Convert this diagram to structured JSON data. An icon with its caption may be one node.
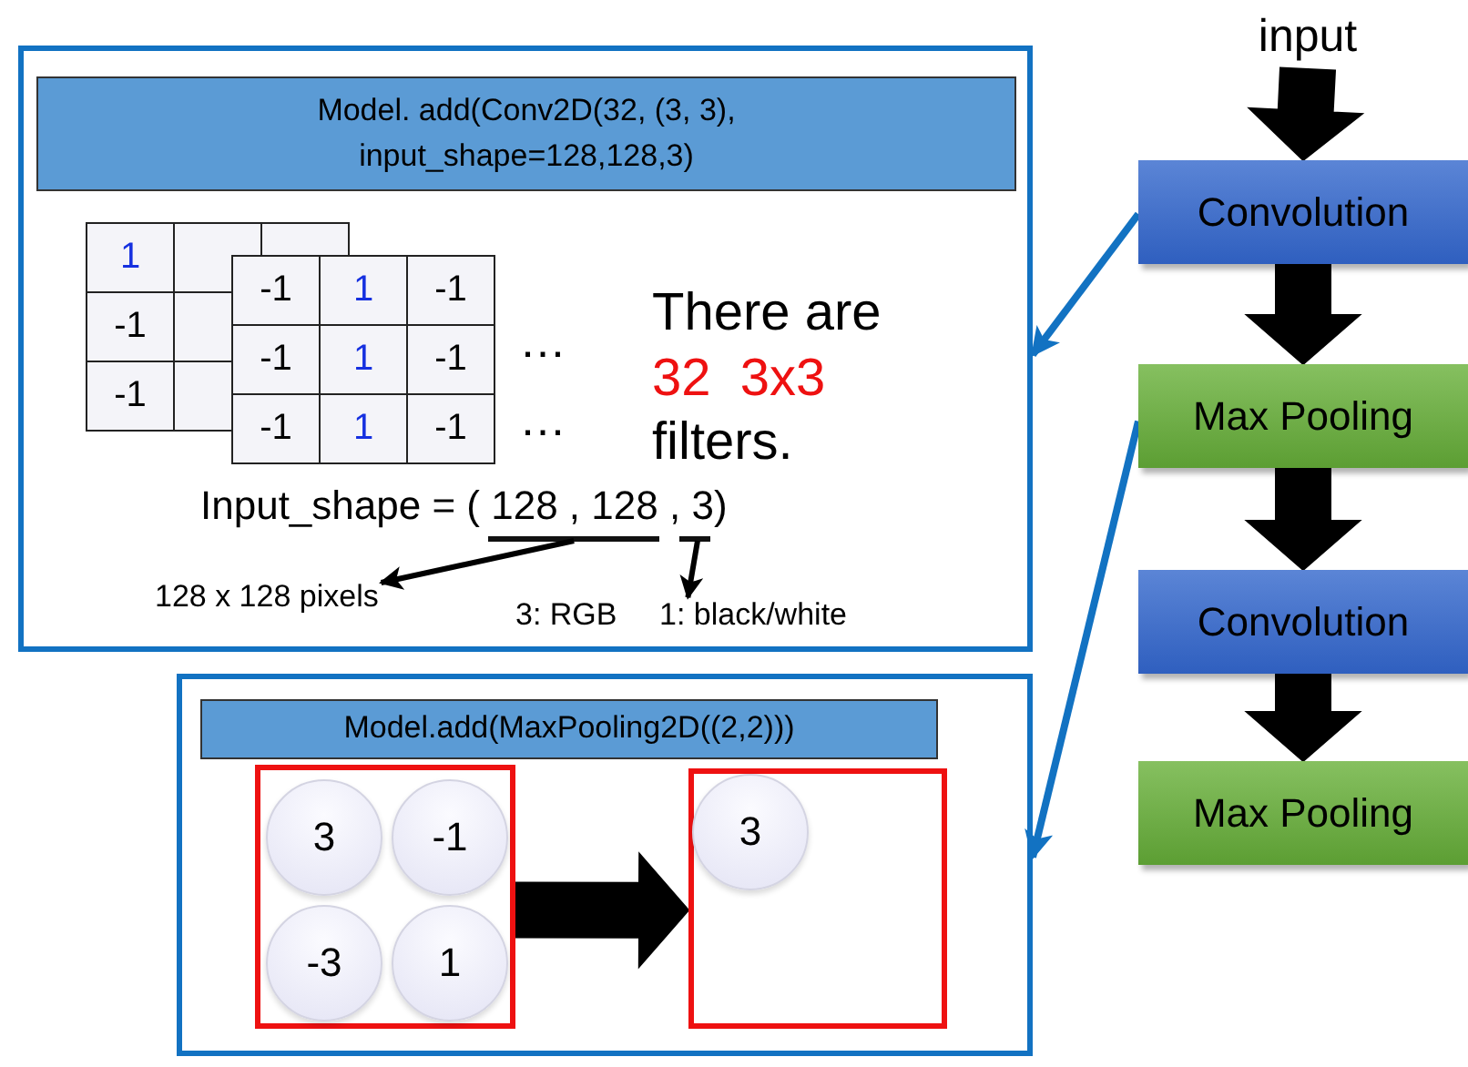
{
  "diagram": {
    "nodes": [
      {
        "text": [],
        "shape": "box"
      },
      {
        "text": [
          "Model. add(Conv2D(32, (3, 3), input_shape=128,128,3)"
        ],
        "in": 0
      },
      {
        "text": [
          "Input_shape = ( 128 , 128 , 3)"
        ],
        "in": 0
      },
      {
        "text": [
          "128 x 128 pixels"
        ],
        "in": 0
      },
      {
        "text": [
          "1: black/white"
        ],
        "in": 0
      },
      {
        "text": [],
        "shape": "box"
      },
      {
        "text": [
          "Model.add(MaxPooling2D((2,2)))"
        ],
        "in": 5
      },
      {
        "text": [],
        "shape": "box",
        "in": 5
      },
      {
        "text": [
          "3"
        ],
        "in": 7
      },
      {
        "text": [
          "-1"
        ],
        "in": 7
      },
      {
        "text": [
          "-3"
        ],
        "in": 7
      },
      {
        "text": [
          "1"
        ],
        "in": 7
      },
      {
        "text": [],
        "shape": "box",
        "in": 5
      },
      {
        "text": [
          "3"
        ],
        "in": 12
      },
      {
        "text": [
          "input"
        ]
      },
      {
        "text": [
          "Convolution"
        ]
      },
      {
        "text": [
          "Max Pooling"
        ]
      },
      {
        "text": [
          "Convolution"
        ]
      },
      {
        "text": [
          "Max Pooling"
        ]
      }
    ],
    "edges": [
      {
        "from": 14,
        "to": 15,
        "arrow": "to",
        "style": "thick"
      },
      {
        "from": 15,
        "to": 16,
        "arrow": "to",
        "style": "thick"
      },
      {
        "from": 16,
        "to": 17,
        "arrow": "to",
        "style": "thick"
      },
      {
        "from": 17,
        "to": 18,
        "arrow": "to",
        "style": "thick"
      },
      {
        "from": 15,
        "to": 0,
        "arrow": "to",
        "color": "#1272c2"
      },
      {
        "from": 16,
        "to": 5,
        "arrow": "to",
        "color": "#1272c2"
      },
      {
        "from": 2,
        "to": 3,
        "arrow": "to",
        "color": "#000000"
      },
      {
        "from": 2,
        "to": 4,
        "arrow": "to",
        "color": "#000000"
      },
      {
        "from": 7,
        "to": 12,
        "arrow": "to",
        "style": "thick"
      }
    ],
    "labels": [
      "1",
      "-1",
      "-1",
      "-1",
      "1",
      "-1",
      "-1",
      "1",
      "-1",
      "-1",
      "1",
      "-1",
      "…",
      "…",
      "There are",
      "32  3x3",
      "filters.",
      "3: RGB"
    ]
  }
}
